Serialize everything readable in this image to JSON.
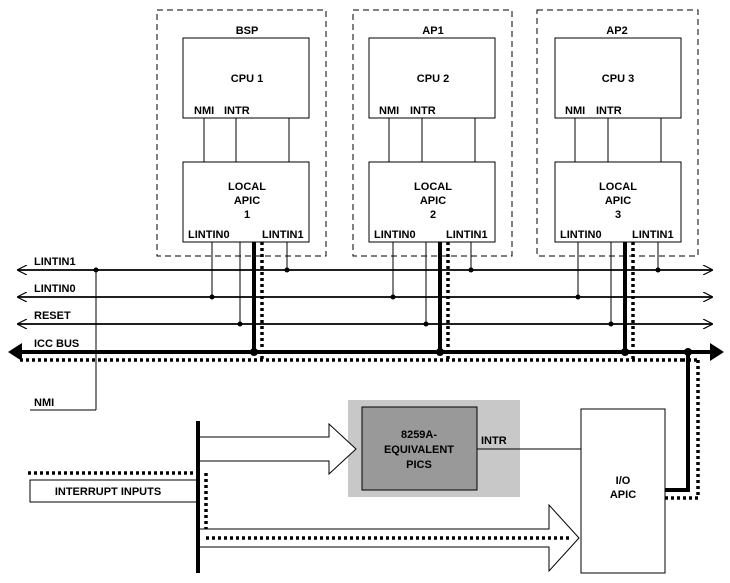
{
  "processors": [
    {
      "role": "BSP",
      "cpu": "CPU 1",
      "nmi": "NMI",
      "intr": "INTR",
      "apic_line1": "LOCAL",
      "apic_line2": "APIC",
      "apic_line3": "1",
      "lintin0": "LINTIN0",
      "lintin1": "LINTIN1"
    },
    {
      "role": "AP1",
      "cpu": "CPU 2",
      "nmi": "NMI",
      "intr": "INTR",
      "apic_line1": "LOCAL",
      "apic_line2": "APIC",
      "apic_line3": "2",
      "lintin0": "LINTIN0",
      "lintin1": "LINTIN1"
    },
    {
      "role": "AP2",
      "cpu": "CPU 3",
      "nmi": "NMI",
      "intr": "INTR",
      "apic_line1": "LOCAL",
      "apic_line2": "APIC",
      "apic_line3": "3",
      "lintin0": "LINTIN0",
      "lintin1": "LINTIN1"
    }
  ],
  "buses": {
    "lintin1": "LINTIN1",
    "lintin0": "LINTIN0",
    "reset": "RESET",
    "icc": "ICC BUS",
    "nmi": "NMI"
  },
  "pic": {
    "line1": "8259A-",
    "line2": "EQUIVALENT",
    "line3": "PICS",
    "intr": "INTR"
  },
  "io_apic": {
    "line1": "I/O",
    "line2": "APIC"
  },
  "interrupt_inputs": "INTERRUPT INPUTS",
  "colors": {
    "pic_outer": "#c8c8c8",
    "pic_inner": "#999999",
    "line": "#000000"
  }
}
